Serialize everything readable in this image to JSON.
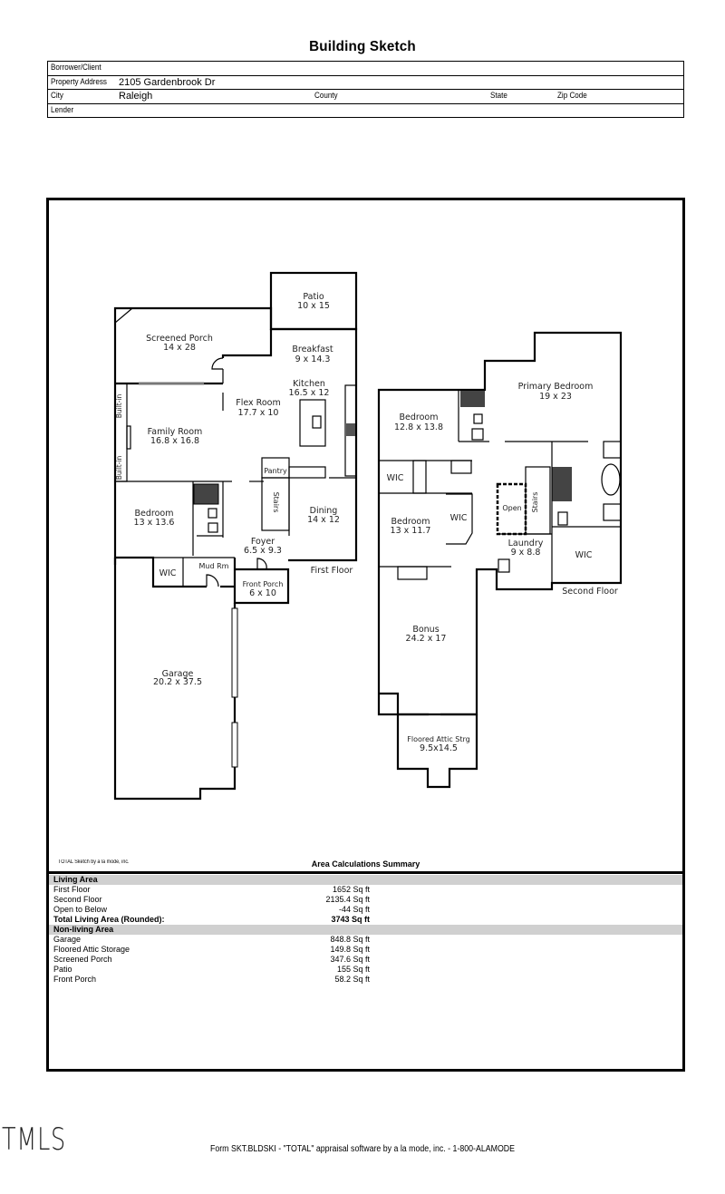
{
  "document": {
    "title": "Building Sketch"
  },
  "header": {
    "borrower_label": "Borrower/Client",
    "borrower_value": "",
    "property_address_label": "Property Address",
    "property_address_value": "2105 Gardenbrook Dr",
    "city_label": "City",
    "city_value": "Raleigh",
    "county_label": "County",
    "state_label": "State",
    "zip_label": "Zip Code",
    "lender_label": "Lender"
  },
  "first_floor": {
    "label": "First Floor",
    "rooms": {
      "patio": {
        "name": "Patio",
        "dims": "10 x 15"
      },
      "screened_porch": {
        "name": "Screened Porch",
        "dims": "14 x 28"
      },
      "breakfast": {
        "name": "Breakfast",
        "dims": "9 x 14.3"
      },
      "kitchen": {
        "name": "Kitchen",
        "dims": "16.5 x 12"
      },
      "flex_room": {
        "name": "Flex Room",
        "dims": "17.7 x 10"
      },
      "family_room": {
        "name": "Family Room",
        "dims": "16.8 x 16.8"
      },
      "built_in_1": {
        "name": "Built-in"
      },
      "built_in_2": {
        "name": "Built-in"
      },
      "pantry": {
        "name": "Pantry"
      },
      "stairs": {
        "name": "Stairs"
      },
      "dining": {
        "name": "Dining",
        "dims": "14 x 12"
      },
      "bedroom": {
        "name": "Bedroom",
        "dims": "13 x 13.6"
      },
      "foyer": {
        "name": "Foyer",
        "dims": "6.5 x 9.3"
      },
      "wic": {
        "name": "WIC"
      },
      "mud_rm": {
        "name": "Mud Rm"
      },
      "front_porch": {
        "name": "Front Porch",
        "dims": "6 x 10"
      },
      "garage": {
        "name": "Garage",
        "dims": "20.2 x 37.5"
      }
    }
  },
  "second_floor": {
    "label": "Second Floor",
    "rooms": {
      "primary_bedroom": {
        "name": "Primary Bedroom",
        "dims": "19 x 23"
      },
      "bedroom_1": {
        "name": "Bedroom",
        "dims": "12.8 x 13.8"
      },
      "wic_1": {
        "name": "WIC"
      },
      "bedroom_2": {
        "name": "Bedroom",
        "dims": "13 x 11.7"
      },
      "wic_2": {
        "name": "WIC"
      },
      "open": {
        "name": "Open"
      },
      "stairs": {
        "name": "Stairs"
      },
      "laundry": {
        "name": "Laundry",
        "dims": "9 x 8.8"
      },
      "wic_3": {
        "name": "WIC"
      },
      "bonus": {
        "name": "Bonus",
        "dims": "24.2 x 17"
      },
      "attic": {
        "name": "Floored Attic Strg",
        "dims": "9.5x14.5"
      }
    }
  },
  "summary": {
    "credit": "TOTAL Sketch by a la mode, inc.",
    "title": "Area Calculations Summary",
    "living_header": "Living Area",
    "living": [
      {
        "name": "First Floor",
        "value": "1652 Sq ft"
      },
      {
        "name": "Second Floor",
        "value": "2135.4 Sq ft"
      },
      {
        "name": "Open to Below",
        "value": "-44 Sq ft"
      }
    ],
    "total_label": "Total Living Area (Rounded):",
    "total_value": "3743 Sq ft",
    "nonliving_header": "Non-living Area",
    "nonliving": [
      {
        "name": "Garage",
        "value": "848.8 Sq ft"
      },
      {
        "name": "Floored Attic Storage",
        "value": "149.8 Sq ft"
      },
      {
        "name": "Screened Porch",
        "value": "347.6 Sq ft"
      },
      {
        "name": "Patio",
        "value": "155 Sq ft"
      },
      {
        "name": "Front Porch",
        "value": "58.2 Sq ft"
      }
    ]
  },
  "footer": {
    "text": "Form SKT.BLDSKI - \"TOTAL\" appraisal software by a la mode, inc. - 1-800-ALAMODE",
    "logo": "TMLS"
  }
}
